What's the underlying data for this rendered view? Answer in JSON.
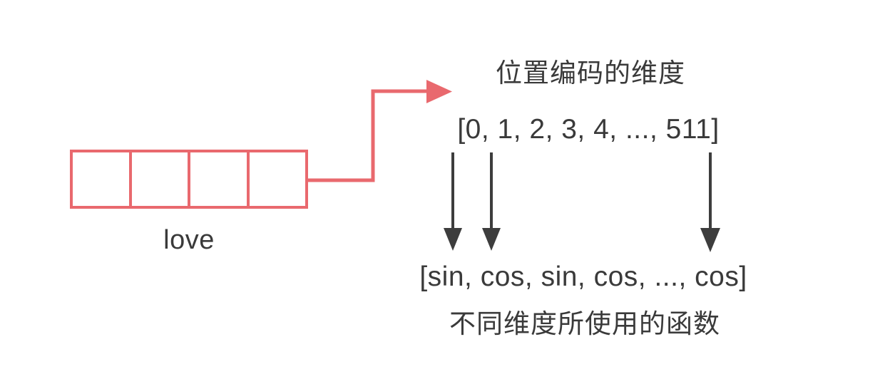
{
  "diagram": {
    "title_concept": "positional-encoding-dimensions",
    "colors": {
      "accent_red": "#e9696e",
      "text_dark": "#3a3a3a",
      "arrow_dark": "#3d3d3d",
      "background": "#ffffff"
    },
    "token": {
      "label": "love",
      "cell_count": 4,
      "cells": [
        "",
        "",
        "",
        ""
      ]
    },
    "labels": {
      "pe_title": "位置编码的维度",
      "dimension_array": "[0, 1, 2, 3, 4, ..., 511]",
      "function_array": "[sin, cos, sin, cos, ..., cos]",
      "function_caption": "不同维度所使用的函数"
    },
    "dimension_values": [
      "0",
      "1",
      "2",
      "3",
      "4",
      "...",
      "511"
    ],
    "function_values": [
      "sin",
      "cos",
      "sin",
      "cos",
      "...",
      "cos"
    ],
    "mapping_arrows": [
      {
        "from_index": "0",
        "to_function": "sin"
      },
      {
        "from_index": "1",
        "to_function": "cos"
      },
      {
        "from_index": "511",
        "to_function": "cos"
      }
    ],
    "connector": {
      "style": "stepped-elbow",
      "direction": "right-up",
      "from": "token-boxes",
      "to": "pe-title"
    }
  }
}
